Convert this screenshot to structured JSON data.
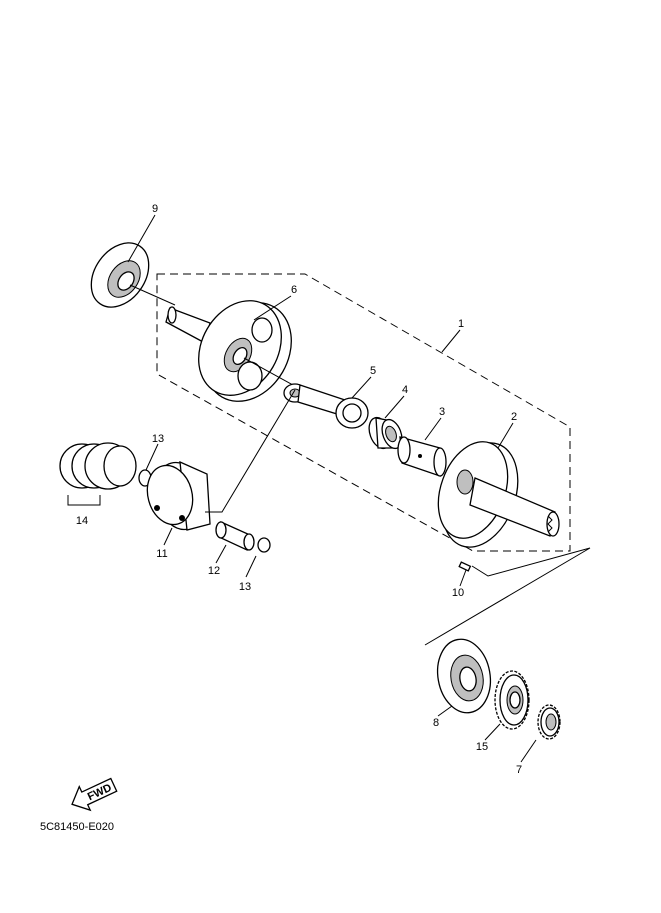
{
  "callouts": {
    "c1": "1",
    "c2": "2",
    "c3": "3",
    "c4": "4",
    "c5": "5",
    "c6": "6",
    "c7": "7",
    "c8": "8",
    "c9": "9",
    "c10": "10",
    "c11": "11",
    "c12": "12",
    "c13a": "13",
    "c13b": "13",
    "c14": "14",
    "c15": "15"
  },
  "fwd_label": "FWD",
  "diagram_code": "5C81450-E020",
  "colors": {
    "line": "#000000",
    "shade": "#bfbfbf",
    "background": "#ffffff"
  }
}
